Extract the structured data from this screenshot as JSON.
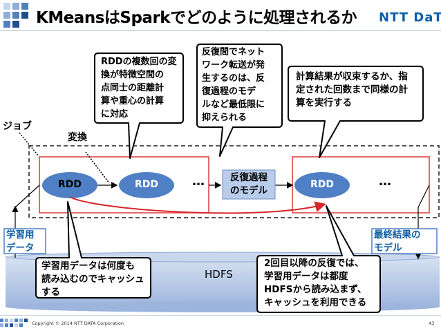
{
  "title": "KMeansはSparkでどのように処理されるか",
  "logo": "NTT DaTa",
  "callouts": {
    "rdd_compute": "RDDの複数回の変\n換が特徴空間の\n点同士の距離計\n算や重心の計算\nに対応",
    "network": "反復間でネット\nワーク転送が発\n生するのは、反\n復過程のモデ\nルなど最低限に\n抑えられる",
    "converge": "計算結果が収束するか、指\n定された回数まで同様の計\n算を実行する",
    "cache": "学習用データは何度も\n読み込むのでキャッシュ\nする",
    "reread": "2回目以降の反復では、\n学習用データは都度\nHDFSから読み込まず、\nキャッシュを利用できる"
  },
  "labels": {
    "job": "ジョブ",
    "transform": "変換",
    "rdd1": "RDD",
    "rdd2": "RDD",
    "rdd3": "RDD",
    "dots1": "…",
    "dots2": "…",
    "iter_model": "反復過程\nのモデル",
    "train_data": "学習用\nデータ",
    "final_model": "最終結果の\nモデル",
    "hdfs": "HDFS"
  },
  "footer": {
    "copyright": "Copyright © 2014 NTT DATA Corporation",
    "page": "43"
  },
  "colors": {
    "accent_blue": "#0d5fa8",
    "rdd_fill": "#4f7fc4",
    "rdd_red": "#e0383a",
    "model_fill": "#b9cdeb",
    "hdfs_fill": "#b4c6e4",
    "bullet_blue": "#4f81bd"
  }
}
